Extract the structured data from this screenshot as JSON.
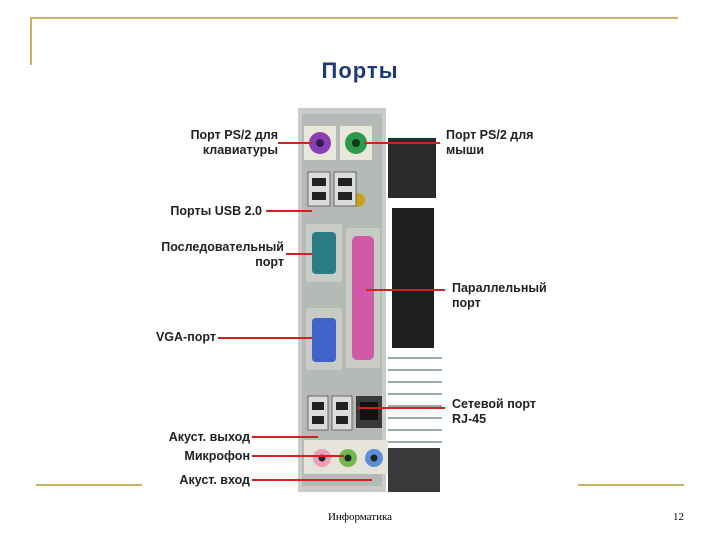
{
  "slide": {
    "title": "Порты",
    "footer_text": "Информатика",
    "page_number": "12"
  },
  "labels": {
    "ps2_keyboard": [
      "Порт PS/2 для",
      "клавиатуры"
    ],
    "ps2_mouse": [
      "Порт PS/2 для",
      "мыши"
    ],
    "usb": "Порты USB 2.0",
    "serial": [
      "Последовательный",
      "порт"
    ],
    "parallel": [
      "Параллельный",
      "порт"
    ],
    "vga": "VGA-порт",
    "network": [
      "Сетевой порт",
      "RJ-45"
    ],
    "audio_out": "Акуст. выход",
    "mic": "Микрофон",
    "audio_in": "Акуст. вход"
  },
  "colors": {
    "frame": "#c8b560",
    "title": "#1f3a78",
    "leader_lines": "#d62020",
    "ps2_keyboard": "#8a3fb5",
    "ps2_mouse": "#2e9a4c",
    "parallel": "#d05aa8",
    "vga": "#3e63c9",
    "serial": "#2c7c86",
    "audio_out": "#70b84a",
    "mic": "#e07aa0",
    "audio_in": "#5a8fd8"
  }
}
